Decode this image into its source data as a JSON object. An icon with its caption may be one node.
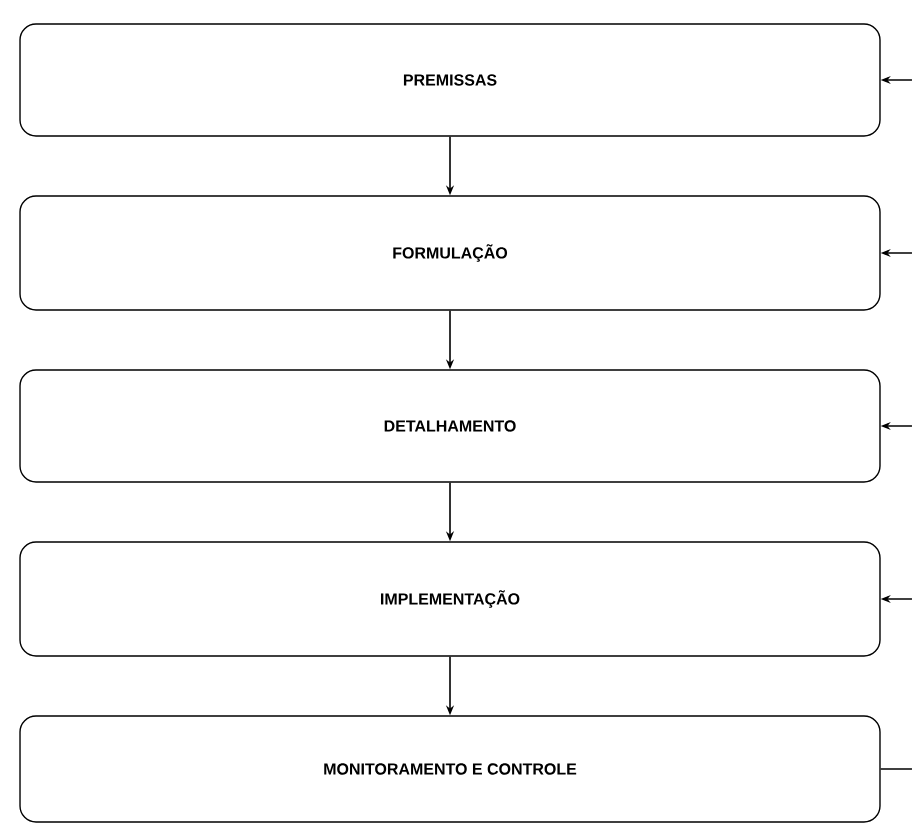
{
  "diagram": {
    "nodes": [
      {
        "text": [
          "PREMISSAS"
        ]
      },
      {
        "text": [
          "FORMULAÇÃO"
        ]
      },
      {
        "text": [
          "DETALHAMENTO"
        ]
      },
      {
        "text": [
          "IMPLEMENTAÇÃO"
        ]
      },
      {
        "text": [
          "MONITORAMENTO E CONTROLE"
        ]
      }
    ],
    "edges": [
      {
        "from": 0,
        "to": 1,
        "arrow": "to"
      },
      {
        "from": 1,
        "to": 2,
        "arrow": "to"
      },
      {
        "from": 2,
        "to": 3,
        "arrow": "to"
      },
      {
        "from": 3,
        "to": 4,
        "arrow": "to"
      },
      {
        "from": null,
        "to": 0,
        "arrow": "to"
      },
      {
        "from": null,
        "to": 1,
        "arrow": "to"
      },
      {
        "from": null,
        "to": 2,
        "arrow": "to"
      },
      {
        "from": null,
        "to": 3,
        "arrow": "to"
      },
      {
        "from": 4,
        "to": null,
        "arrow": "none"
      }
    ]
  }
}
